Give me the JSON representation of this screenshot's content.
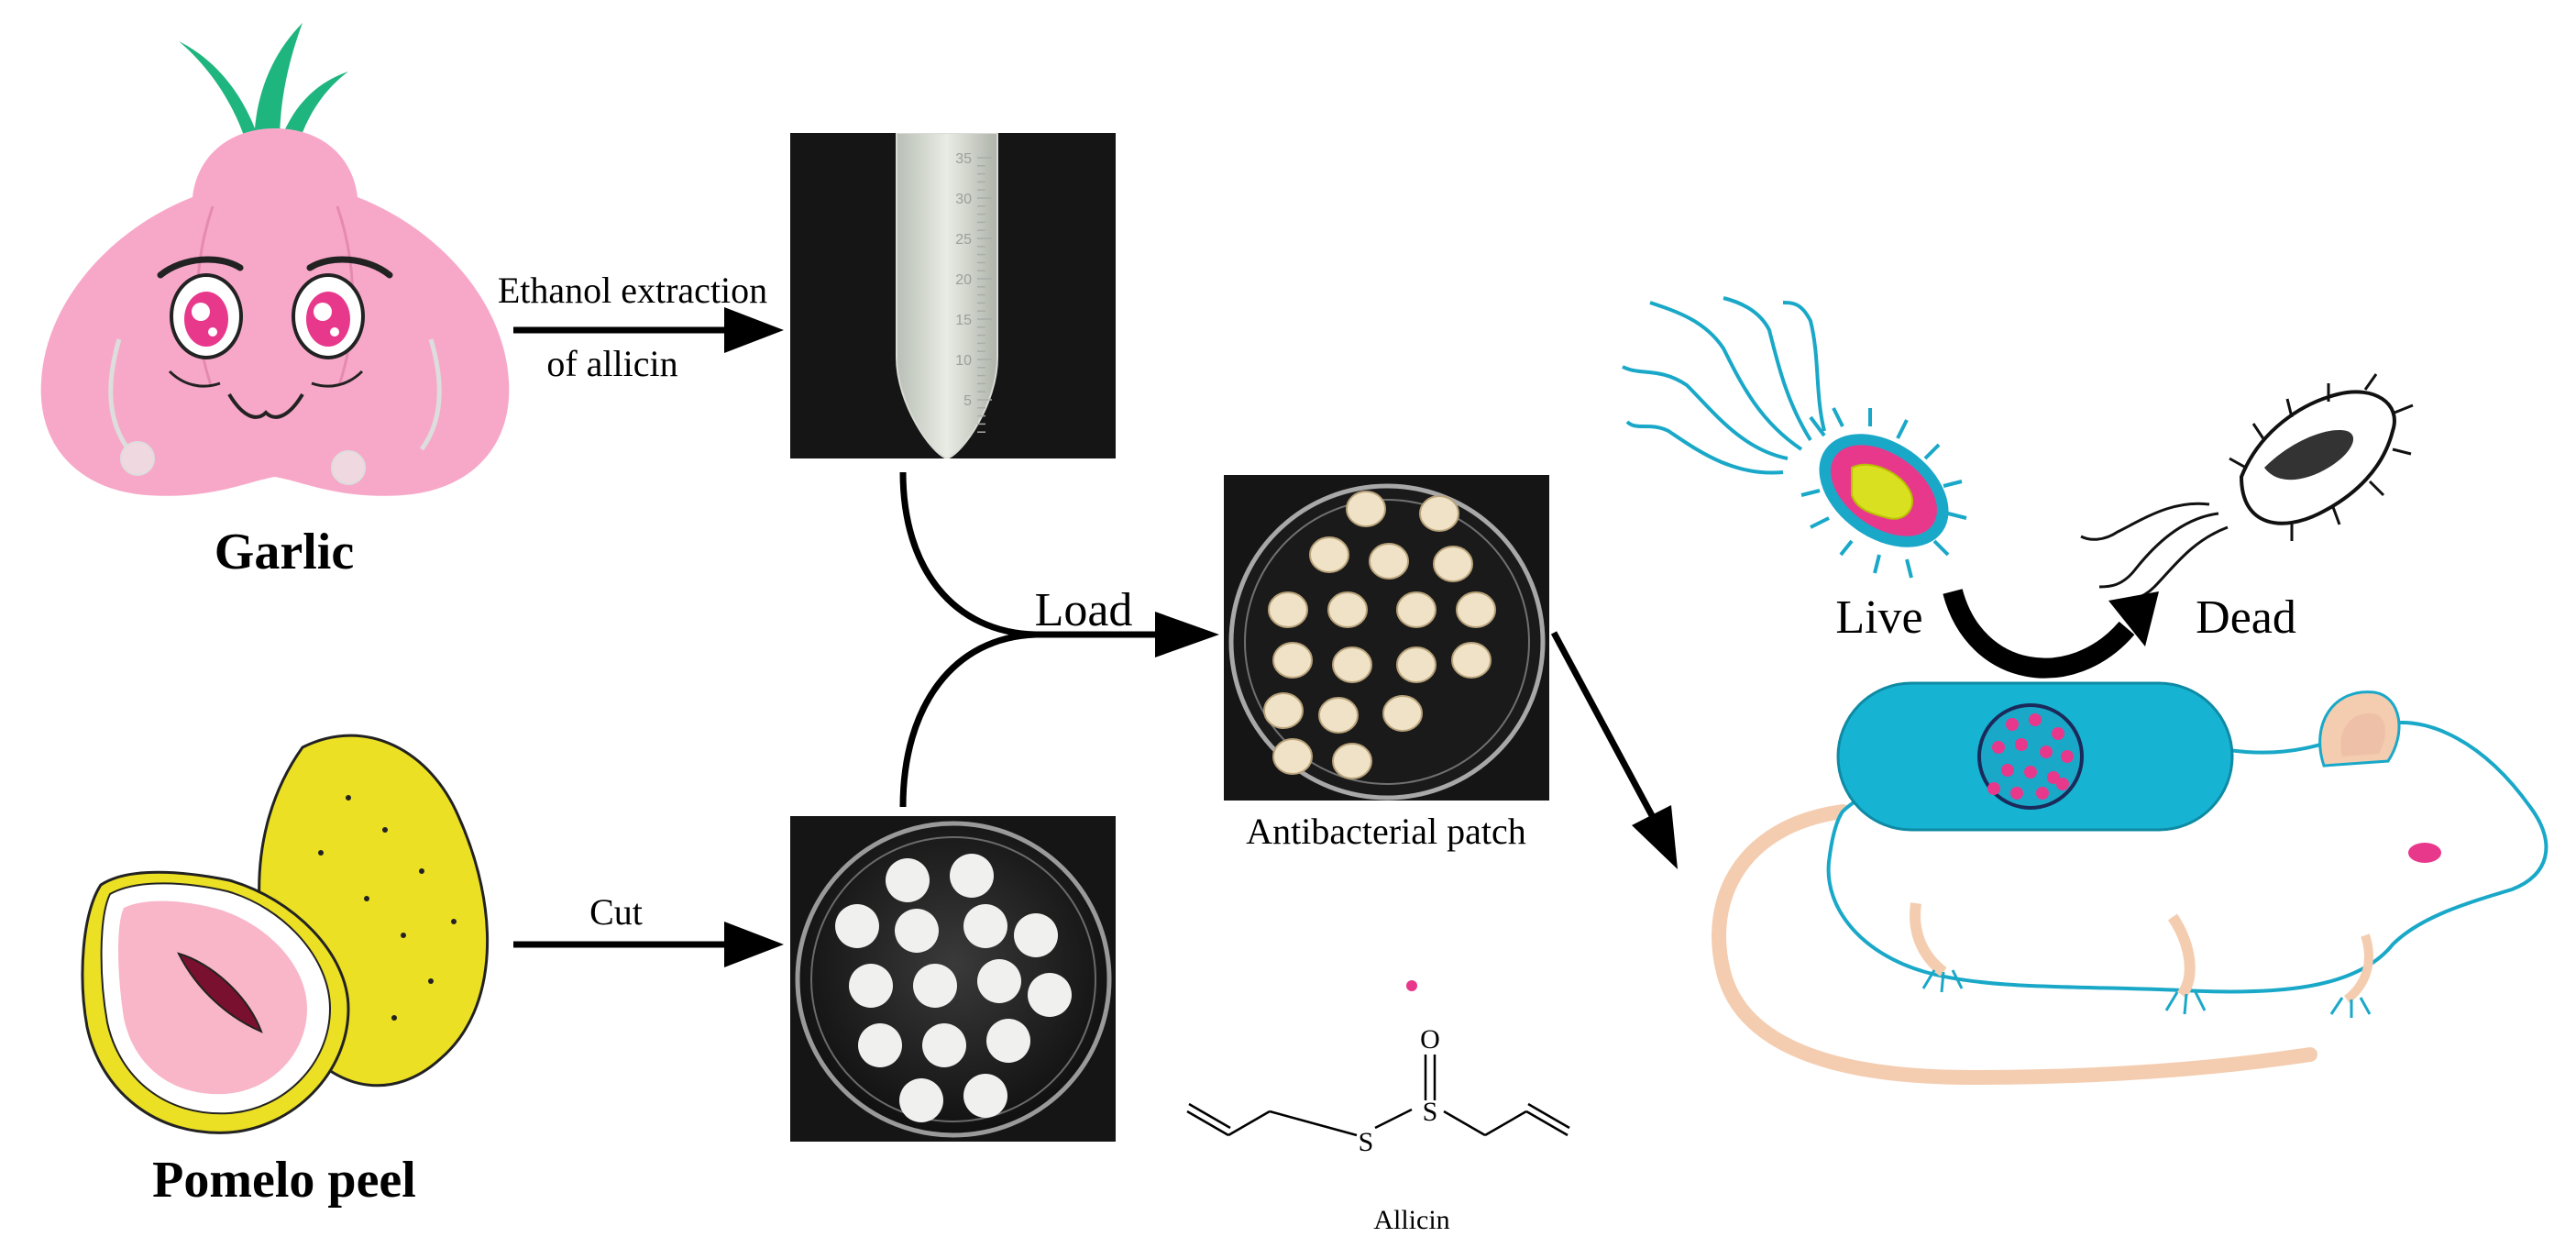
{
  "labels": {
    "garlic": "Garlic",
    "pomelo_peel": "Pomelo peel",
    "ethanol_line1": "Ethanol extraction",
    "ethanol_line2": "of allicin",
    "cut": "Cut",
    "load": "Load",
    "antibacterial_patch": "Antibacterial patch",
    "live": "Live",
    "dead": "Dead",
    "allicin": "Allicin",
    "chem_s1": "S",
    "chem_s2": "S",
    "chem_o": "O"
  },
  "tube_scale": [
    "35",
    "30",
    "25",
    "20",
    "15",
    "10",
    "5"
  ],
  "colors": {
    "garlic_pink": "#f7a8c8",
    "garlic_sprout": "#1fb57e",
    "pomelo_yellow": "#ece024",
    "pomelo_flesh": "#f8b6c8",
    "pomelo_seed": "#7a1030",
    "bacteria_blue": "#1aa8c8",
    "bacteria_magenta": "#e8388c",
    "bacteria_yellow": "#d8e020",
    "patch_cyan": "#16b4d2",
    "mouse_outline": "#1aa8c8",
    "mouse_tail": "#f4cdb0",
    "mouse_eye": "#e8388c",
    "photo_bg": "#151515",
    "arrow": "#000000"
  }
}
